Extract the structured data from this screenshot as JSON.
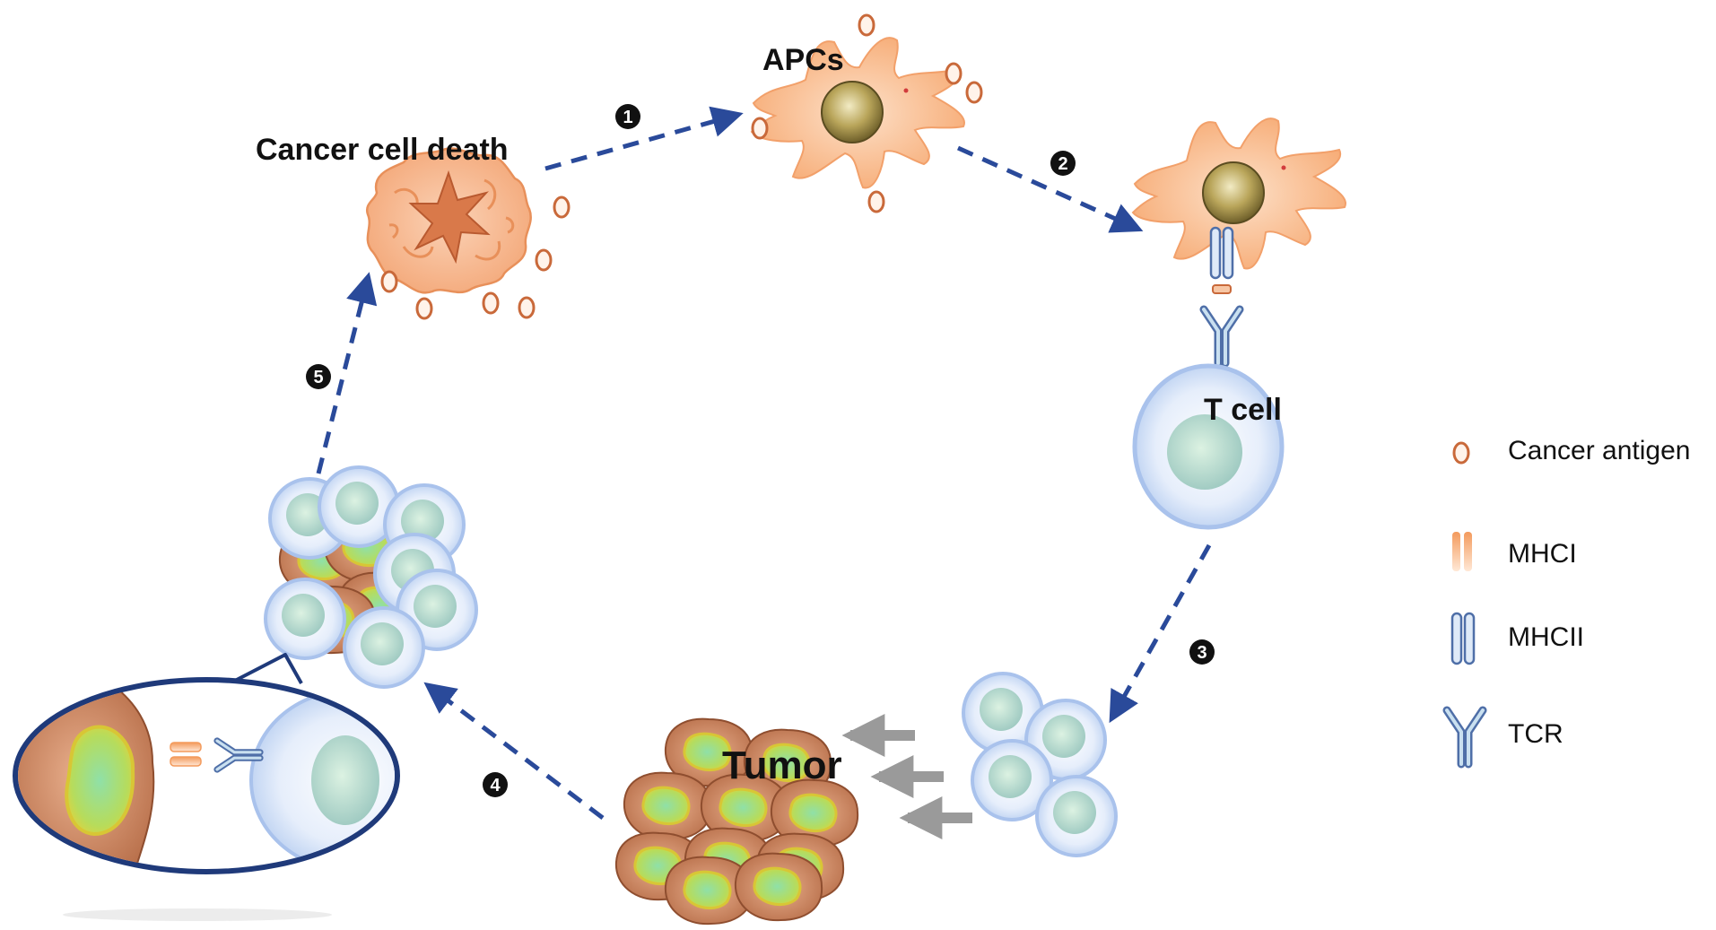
{
  "labels": {
    "cancer_cell_death": "Cancer cell death",
    "apcs": "APCs",
    "t_cell": "T cell",
    "tumor": "Tumor"
  },
  "steps": [
    "1",
    "2",
    "3",
    "4",
    "5"
  ],
  "legend": {
    "cancer_antigen": "Cancer antigen",
    "mhci": "MHCI",
    "mhcii": "MHCII",
    "tcr": "TCR"
  },
  "colors": {
    "arrow": "#2a4a9a",
    "apc_body": "#f8b488",
    "apc_nucleus": "#b49a4a",
    "antigen": "#e8a070",
    "tcell": "#c4d6f2",
    "tcell_nucleus": "#b8dcc6",
    "tumor_cell": "#d99570",
    "tumor_nucleus": "#a6d86c",
    "gray_arrow": "#9a9a9a"
  }
}
